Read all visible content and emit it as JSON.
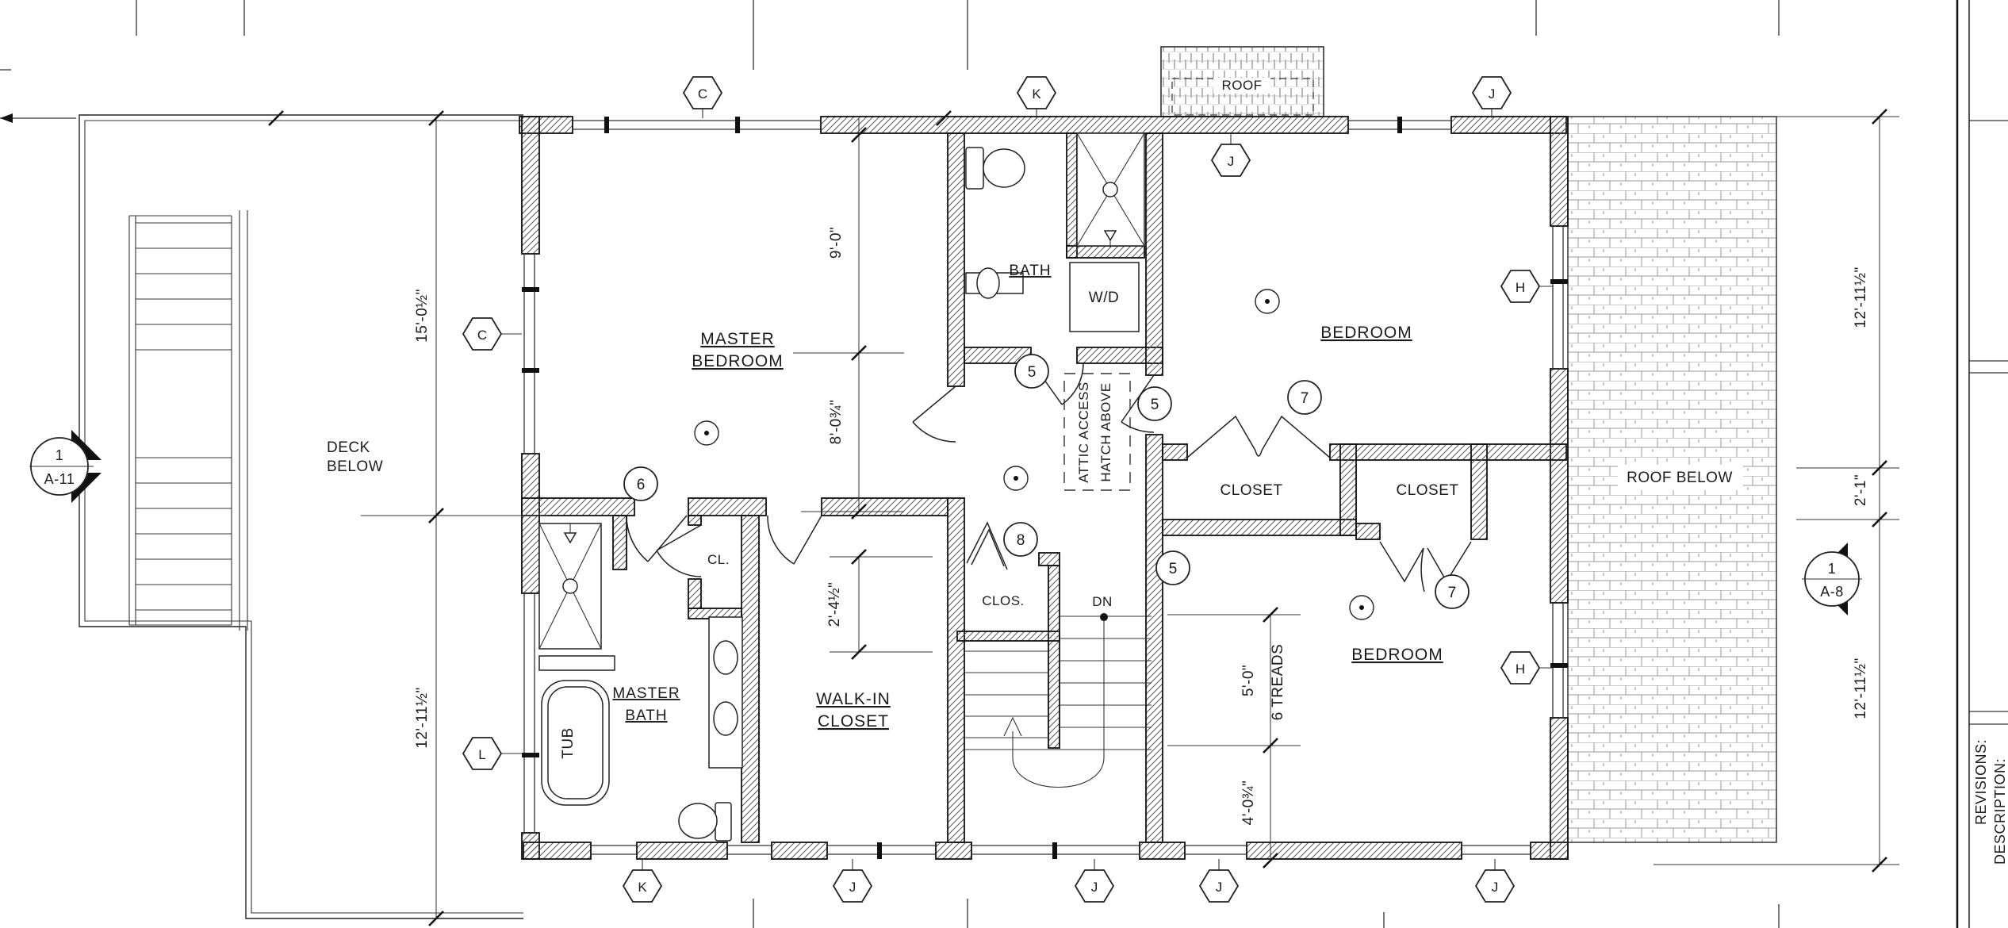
{
  "drawing": {
    "rooms": {
      "master_bedroom_1": "MASTER",
      "master_bedroom_2": "BEDROOM",
      "master_bath_1": "MASTER",
      "master_bath_2": "BATH",
      "wic_1": "WALK-IN",
      "wic_2": "CLOSET",
      "bath": "BATH",
      "bedroom_top": "BEDROOM",
      "bedroom_bottom": "BEDROOM",
      "closet_top": "CLOSET",
      "closet_bottom": "CLOSET",
      "clos": "CLOS.",
      "cl": "CL.",
      "deck_1": "DECK",
      "deck_2": "BELOW",
      "roof_below": "ROOF BELOW",
      "roof": "ROOF"
    },
    "fixtures": {
      "wd": "W/D",
      "tub": "TUB"
    },
    "stairs": {
      "dn": "DN"
    },
    "notes": {
      "attic_1": "ATTIC ACCESS",
      "attic_2": "HATCH ABOVE"
    },
    "dims": {
      "left_upper": "15'-0½\"",
      "left_lower": "12'-11½\"",
      "mid_9": "9'-0\"",
      "mid_8": "8'-0¾\"",
      "mid_2": "2'-4½\"",
      "stair_5": "5'-0\"",
      "stair_treads": "6 TREADS",
      "stair_4": "4'-0¾\"",
      "right_upper": "12'-11½\"",
      "right_mid": "2'-1\"",
      "right_lower": "12'-11½\""
    },
    "grid_markers": {
      "top_c": "C",
      "top_k": "K",
      "top_j": "J",
      "interior_j": "J",
      "right_h1": "H",
      "right_h2": "H",
      "left_c": "C",
      "left_l": "L",
      "bottom_k": "K",
      "bottom_j1": "J",
      "bottom_j2": "J",
      "bottom_j3": "J",
      "bottom_j4": "J"
    },
    "keynotes": {
      "n6": "6",
      "n5a": "5",
      "n5b": "5",
      "n5c": "5",
      "n8": "8",
      "n7a": "7",
      "n7b": "7"
    },
    "sections": {
      "left_num": "1",
      "left_sheet": "A-11",
      "right_num": "1",
      "right_sheet": "A-8"
    },
    "titleblock": {
      "revisions": "REVISIONS:",
      "description": "DESCRIPTION:"
    }
  }
}
